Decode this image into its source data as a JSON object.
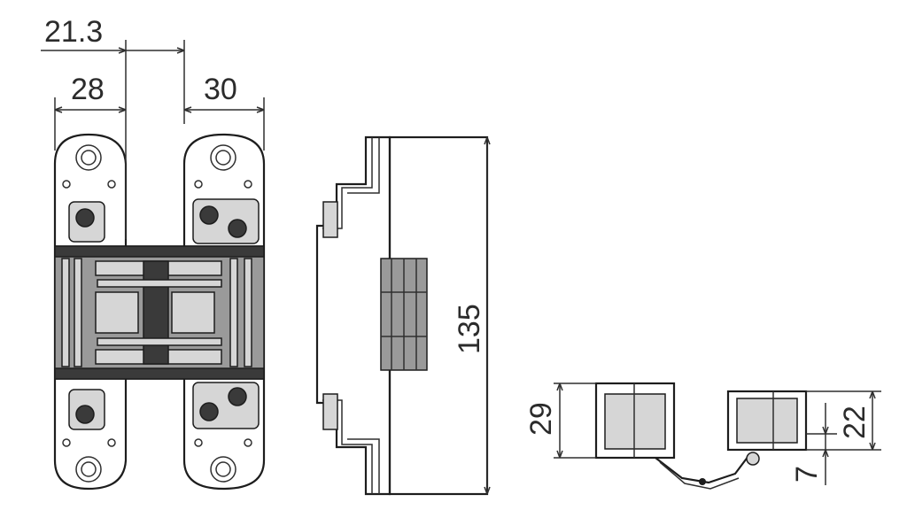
{
  "dimensions": {
    "top_gap": "21.3",
    "left_width": "28",
    "right_width": "30",
    "height": "135",
    "side_depth": "29",
    "side_right": "22",
    "offset": "7"
  }
}
